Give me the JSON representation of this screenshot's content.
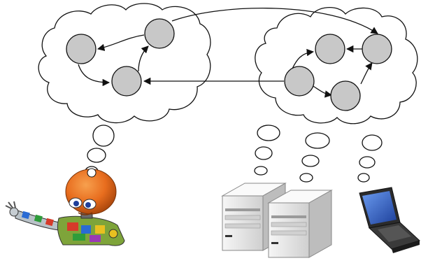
{
  "diagram": {
    "graph_left": {
      "nodes": [
        "node-a",
        "node-b",
        "node-c"
      ],
      "edges": [
        [
          "node-a",
          "node-b"
        ],
        [
          "node-c",
          "node-a"
        ],
        [
          "node-b",
          "node-c"
        ]
      ]
    },
    "graph_right": {
      "nodes": [
        "node-d",
        "node-e",
        "node-f",
        "node-g"
      ],
      "edges": [
        [
          "node-f",
          "node-d"
        ],
        [
          "node-e",
          "node-d"
        ],
        [
          "node-f",
          "node-g"
        ],
        [
          "node-g",
          "node-e"
        ]
      ]
    },
    "cross_edges": [
      [
        "node-f",
        "node-b"
      ],
      [
        "node-c",
        "node-e"
      ]
    ],
    "figures": [
      "robot",
      "server-1",
      "server-2",
      "laptop"
    ],
    "colors": {
      "node_fill": "#c8c8c8",
      "outline": "#111111",
      "robot_head": "#e86d1e",
      "server_body": "#e8e8e8",
      "laptop_screen": "#3d6fd4"
    }
  }
}
